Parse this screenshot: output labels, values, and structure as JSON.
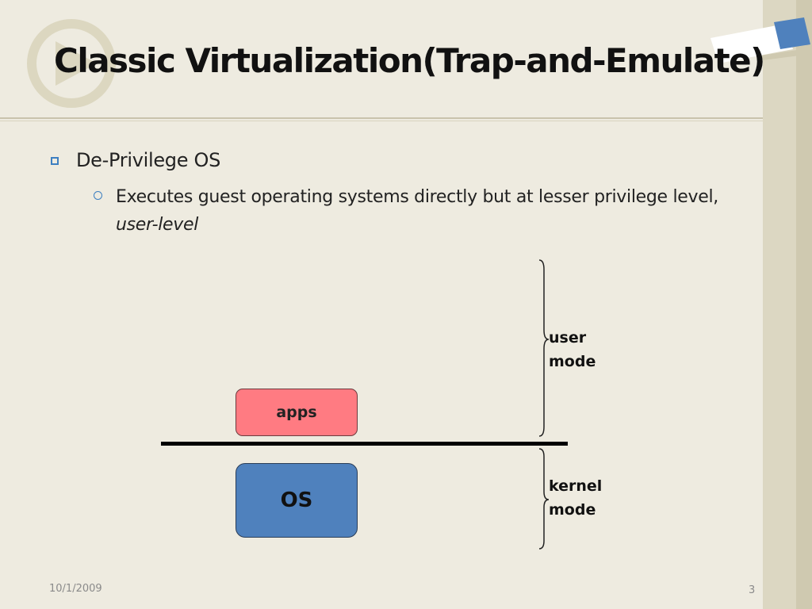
{
  "slide": {
    "title": "Classic Virtualization(Trap-and-Emulate)",
    "bullets": [
      {
        "text": "De-Privilege OS",
        "sub": {
          "text_prefix": "Executes guest operating systems directly but at lesser privilege level, ",
          "text_emphasis": "user-level"
        }
      }
    ],
    "footer": {
      "date": "10/1/2009",
      "page_number": "3"
    }
  },
  "diagram": {
    "apps_label": "apps",
    "os_label": "OS",
    "user_mode_label": "user mode",
    "kernel_mode_label": "kernel mode"
  },
  "colors": {
    "background": "#eeebe0",
    "accent_blue": "#3d7fc1",
    "apps_box": "#ff7b82",
    "os_box": "#4f81bd"
  }
}
